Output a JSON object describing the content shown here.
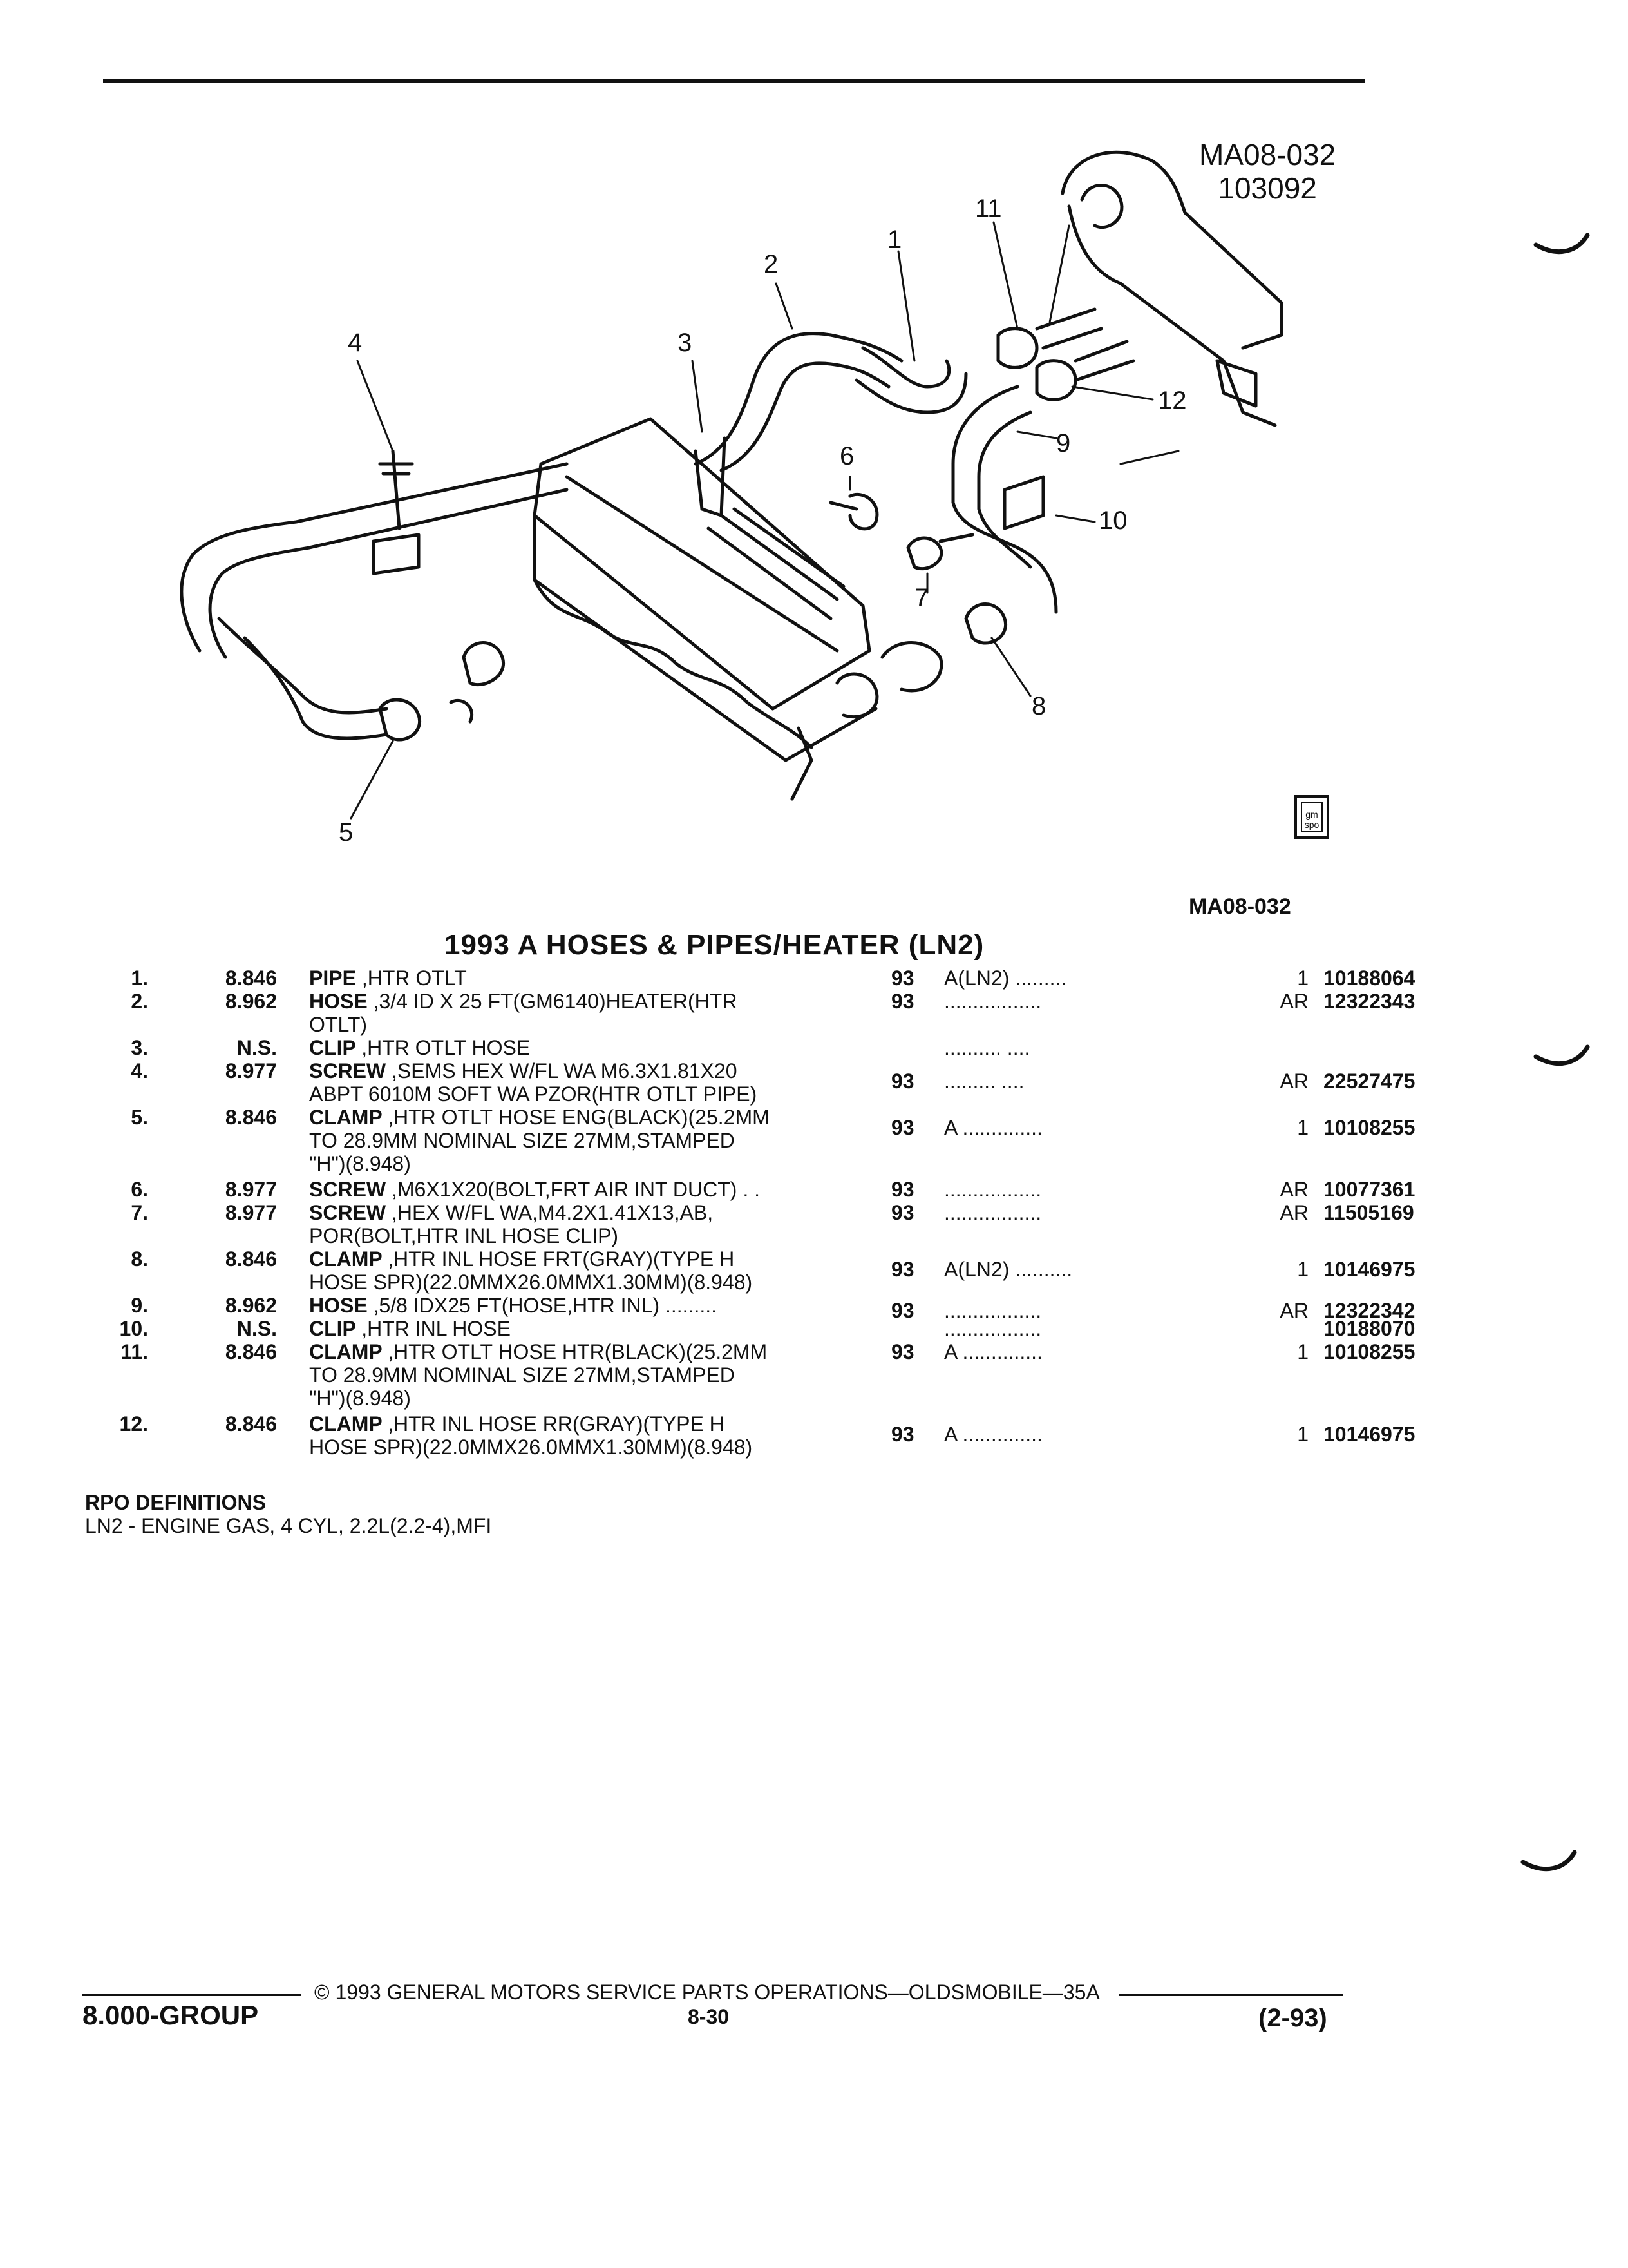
{
  "figure": {
    "code_top": "MA08-032",
    "date_code": "103092",
    "code_bottom": "MA08-032",
    "callouts": [
      "1",
      "2",
      "3",
      "4",
      "5",
      "6",
      "7",
      "8",
      "9",
      "10",
      "11",
      "12"
    ],
    "logo_text": "gm spo"
  },
  "section_title": "1993 A HOSES & PIPES/HEATER (LN2)",
  "parts": [
    {
      "num": "1.",
      "group": "8.846",
      "name": "PIPE",
      "desc": ",HTR OTLT",
      "desc2": "",
      "desc3": "",
      "year": "93",
      "note": "A(LN2) .........",
      "qty": "1",
      "pn": "10188064"
    },
    {
      "num": "2.",
      "group": "8.962",
      "name": "HOSE",
      "desc": ",3/4 ID X 25 FT(GM6140)HEATER(HTR",
      "desc2": "OTLT)",
      "desc3": "",
      "year": "93",
      "note": ".................",
      "qty": "AR",
      "pn": "12322343"
    },
    {
      "num": "3.",
      "group": "N.S.",
      "name": "CLIP",
      "desc": ",HTR OTLT HOSE",
      "desc2": "",
      "desc3": "",
      "year": "",
      "note": "..........   ....",
      "qty": "",
      "pn": ""
    },
    {
      "num": "4.",
      "group": "8.977",
      "name": "SCREW",
      "desc": ",SEMS HEX W/FL WA M6.3X1.81X20",
      "desc2": "ABPT 6010M SOFT WA PZOR(HTR OTLT PIPE)",
      "desc3": "",
      "year": "93",
      "note": ".........    ....",
      "qty": "AR",
      "pn": "22527475"
    },
    {
      "num": "5.",
      "group": "8.846",
      "name": "CLAMP",
      "desc": ",HTR OTLT HOSE ENG(BLACK)(25.2MM",
      "desc2": "TO 28.9MM NOMINAL SIZE 27MM,STAMPED",
      "desc3": "\"H\")(8.948)",
      "year": "93",
      "note": "A ..............",
      "qty": "1",
      "pn": "10108255"
    },
    {
      "num": "6.",
      "group": "8.977",
      "name": "SCREW",
      "desc": ",M6X1X20(BOLT,FRT AIR INT DUCT) . .",
      "desc2": "",
      "desc3": "",
      "year": "93",
      "note": ".................",
      "qty": "AR",
      "pn": "10077361"
    },
    {
      "num": "7.",
      "group": "8.977",
      "name": "SCREW",
      "desc": ",HEX W/FL WA,M4.2X1.41X13,AB,",
      "desc2": "POR(BOLT,HTR INL HOSE CLIP)",
      "desc3": "",
      "year": "93",
      "note": ".................",
      "qty": "AR",
      "pn": "11505169"
    },
    {
      "num": "8.",
      "group": "8.846",
      "name": "CLAMP",
      "desc": ",HTR INL HOSE FRT(GRAY)(TYPE H",
      "desc2": "HOSE SPR)(22.0MMX26.0MMX1.30MM)(8.948)",
      "desc3": "",
      "year": "93",
      "note": "A(LN2) ..........",
      "qty": "1",
      "pn": "10146975"
    },
    {
      "num": "9.",
      "group": "8.962",
      "name": "HOSE",
      "desc": ",5/8 IDX25 FT(HOSE,HTR INL) .........",
      "desc2": "",
      "desc3": "",
      "year": "93",
      "note": ".................",
      "qty": "AR",
      "pn": "12322342"
    },
    {
      "num": "10.",
      "group": "N.S.",
      "name": "CLIP",
      "desc": ",HTR INL HOSE",
      "desc2": "",
      "desc3": "",
      "year": "",
      "note": ".................",
      "qty": "",
      "pn": "10188070"
    },
    {
      "num": "11.",
      "group": "8.846",
      "name": "CLAMP",
      "desc": ",HTR OTLT HOSE HTR(BLACK)(25.2MM",
      "desc2": "TO 28.9MM NOMINAL SIZE 27MM,STAMPED",
      "desc3": "\"H\")(8.948)",
      "year": "93",
      "note": "A ..............",
      "qty": "1",
      "pn": "10108255"
    },
    {
      "num": "12.",
      "group": "8.846",
      "name": "CLAMP",
      "desc": ",HTR INL HOSE RR(GRAY)(TYPE H",
      "desc2": "HOSE SPR)(22.0MMX26.0MMX1.30MM)(8.948)",
      "desc3": "",
      "year": "93",
      "note": "A ..............",
      "qty": "1",
      "pn": "10146975"
    }
  ],
  "rpo": {
    "title": "RPO DEFINITIONS",
    "definition": "LN2 - ENGINE GAS, 4 CYL, 2.2L(2.2-4),MFI"
  },
  "footer": {
    "copyright": "© 1993 GENERAL MOTORS SERVICE PARTS OPERATIONS—OLDSMOBILE—35A",
    "group": "8.000-GROUP",
    "page": "8-30",
    "date": "(2-93)"
  }
}
